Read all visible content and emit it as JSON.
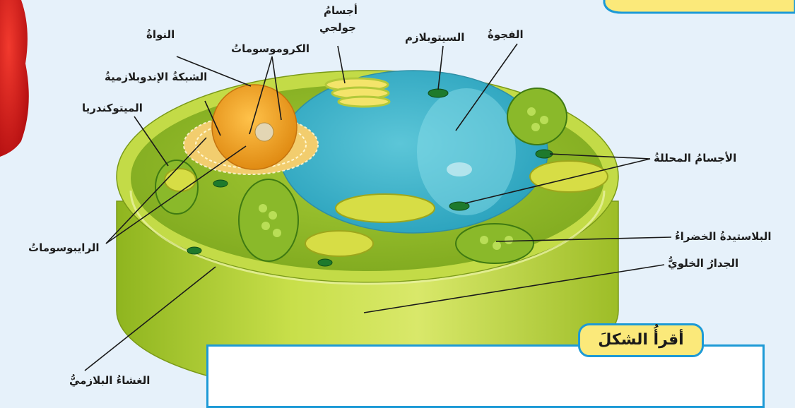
{
  "figure": {
    "labels": {
      "golgi_line1": "أجسامُ",
      "golgi_line2": "جولجي",
      "vacuole": "الفجوةُ",
      "cytoplasm": "السيتوبلازم",
      "nucleus": "النواةُ",
      "chromosomes": "الكروموسوماتُ",
      "er": "الشبكةُ الإندوبلازميةُ",
      "mitochondria": "الميتوكندريا",
      "lysosomes": "الأجسامُ المحللةُ",
      "ribosomes": "الرايبوسوماتُ",
      "chloroplast": "البلاستيدةُ الخضراءُ",
      "cell_wall": "الجدارُ الخلويُّ",
      "cell_membrane": "الغشاءُ البلازميُّ"
    }
  },
  "read_figure_tab": {
    "title": "أقرأُ الشكلَ"
  },
  "colors": {
    "background": "#e6f1fa",
    "cell_wall": "#b9d335",
    "cytoplasm": "#86b424",
    "vacuole": "#36b3c9",
    "nucleus": "#f2a62a",
    "tab_fill": "#fbe97a",
    "tab_border": "#1d9ad6"
  }
}
